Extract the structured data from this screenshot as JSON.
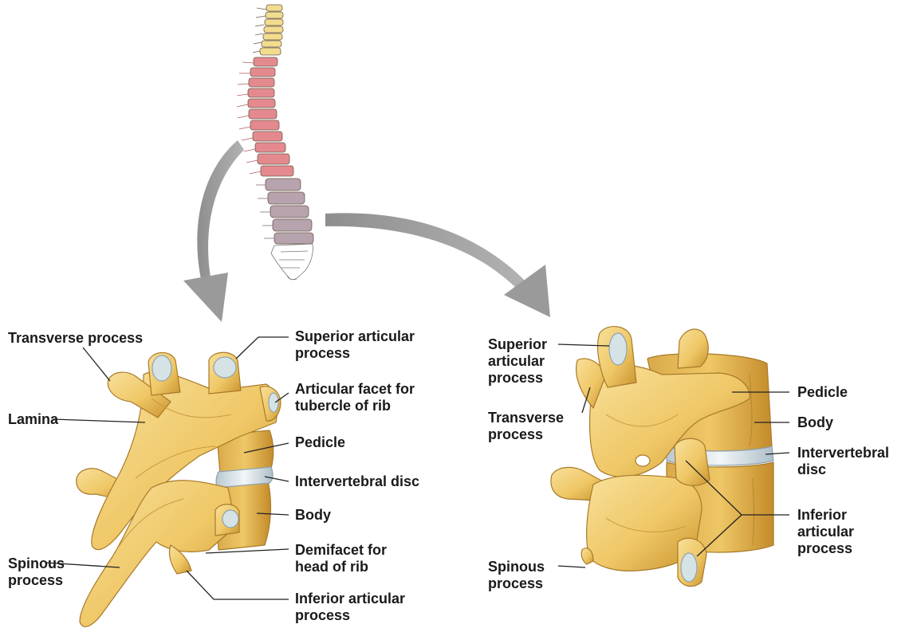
{
  "figure": {
    "colors": {
      "cervical": "#f2dc8f",
      "thoracic": "#e48a8f",
      "lumbar": "#b7a3ad",
      "sacrum": "#ffffff",
      "bone": "#efc766",
      "bone_shade": "#c9932e",
      "bone_light": "#f8e09a",
      "facet": "#d6e3e6",
      "disc": "#dfe9ee",
      "arrow": "#9a9a9a",
      "leader": "#222222"
    },
    "left_view": {
      "labels": [
        {
          "id": "transverse-process",
          "lines": [
            "Transverse process"
          ]
        },
        {
          "id": "lamina",
          "lines": [
            "Lamina"
          ]
        },
        {
          "id": "spinous-process",
          "lines": [
            "Spinous",
            "process"
          ]
        },
        {
          "id": "superior-articular-process",
          "lines": [
            "Superior articular",
            "process"
          ]
        },
        {
          "id": "articular-facet-tubercle",
          "lines": [
            "Articular facet for",
            "tubercle of rib"
          ]
        },
        {
          "id": "pedicle",
          "lines": [
            "Pedicle"
          ]
        },
        {
          "id": "intervertebral-disc",
          "lines": [
            "Intervertebral disc"
          ]
        },
        {
          "id": "body",
          "lines": [
            "Body"
          ]
        },
        {
          "id": "demifacet",
          "lines": [
            "Demifacet for",
            "head of rib"
          ]
        },
        {
          "id": "inferior-articular-process",
          "lines": [
            "Inferior articular",
            "process"
          ]
        }
      ]
    },
    "right_view": {
      "labels": [
        {
          "id": "superior-articular-process",
          "lines": [
            "Superior",
            "articular",
            "process"
          ]
        },
        {
          "id": "transverse-process",
          "lines": [
            "Transverse",
            "process"
          ]
        },
        {
          "id": "spinous-process",
          "lines": [
            "Spinous",
            "process"
          ]
        },
        {
          "id": "pedicle",
          "lines": [
            "Pedicle"
          ]
        },
        {
          "id": "body",
          "lines": [
            "Body"
          ]
        },
        {
          "id": "intervertebral-disc",
          "lines": [
            "Intervertebral",
            "disc"
          ]
        },
        {
          "id": "inferior-articular-process",
          "lines": [
            "Inferior",
            "articular",
            "process"
          ]
        }
      ]
    }
  }
}
